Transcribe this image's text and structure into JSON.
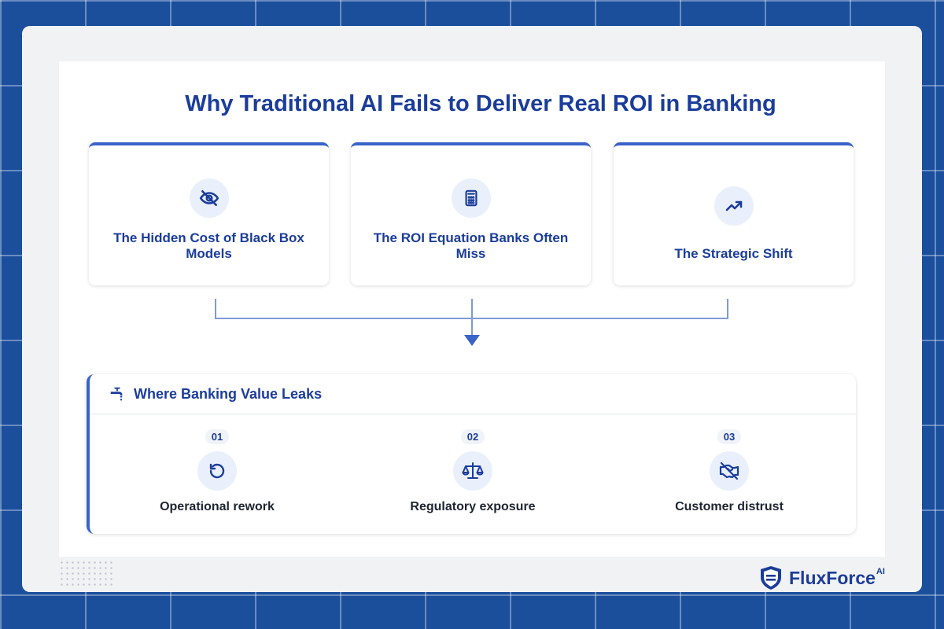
{
  "title": "Why Traditional AI Fails to Deliver Real ROI in Banking",
  "cards": [
    {
      "label": "The Hidden Cost of Black Box Models",
      "icon": "eye-slash-icon"
    },
    {
      "label": "The ROI Equation Banks Often Miss",
      "icon": "calculator-icon"
    },
    {
      "label": "The Strategic Shift",
      "icon": "trend-up-icon"
    }
  ],
  "leaks": {
    "title": "Where Banking Value Leaks",
    "icon": "faucet-icon",
    "items": [
      {
        "num": "01",
        "label": "Operational rework",
        "icon": "rotate-ccw-icon"
      },
      {
        "num": "02",
        "label": "Regulatory exposure",
        "icon": "scale-icon"
      },
      {
        "num": "03",
        "label": "Customer distrust",
        "icon": "handshake-slash-icon"
      }
    ]
  },
  "logo": {
    "name": "FluxForce",
    "suffix": "AI"
  },
  "colors": {
    "primary": "#1b3d9a",
    "accent": "#3a63c9",
    "background": "#1b4f9c"
  }
}
